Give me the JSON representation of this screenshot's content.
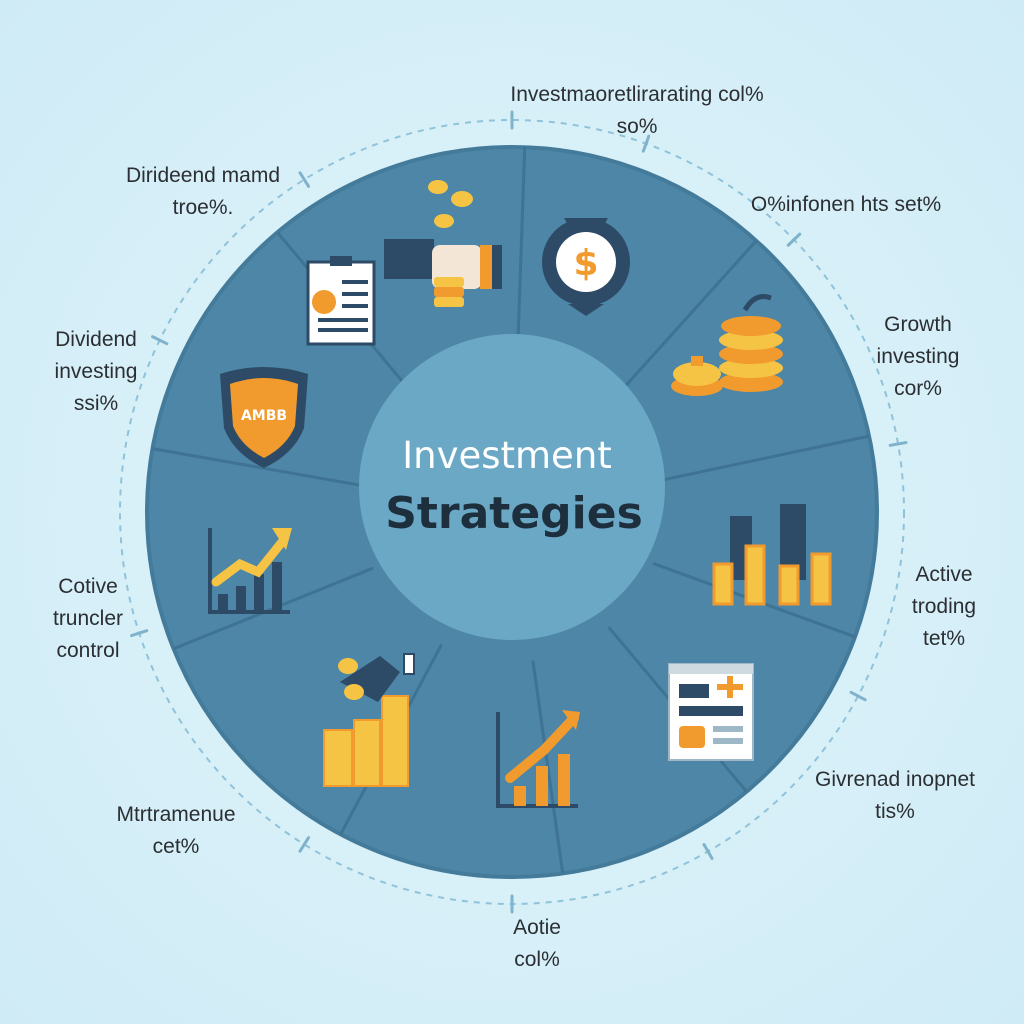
{
  "center": {
    "title_line1": "Investment",
    "title_line2": "Strategies"
  },
  "segments": [
    {
      "id": "top",
      "lines": [
        "Investmaoretlirarating col%",
        "so%"
      ],
      "icon": "money-bag-icon"
    },
    {
      "id": "top-right",
      "lines": [
        "O%infonen hts set%"
      ],
      "icon": "coin-stack-icon"
    },
    {
      "id": "right-upper",
      "lines": [
        "Growth",
        "investing",
        "cor%"
      ],
      "icon": "growth-coins-icon"
    },
    {
      "id": "right",
      "lines": [
        "Active",
        "troding",
        "tet%"
      ],
      "icon": "bar-chart-icon"
    },
    {
      "id": "bottom-right",
      "lines": [
        "Givrenad inopnet",
        "tis%"
      ],
      "icon": "report-card-icon"
    },
    {
      "id": "bottom",
      "lines": [
        "Aotie",
        "col%"
      ],
      "icon": "trend-chart-icon"
    },
    {
      "id": "bottom-left",
      "lines": [
        "Mtrtramenue",
        "cet%"
      ],
      "icon": "hand-coins-icon"
    },
    {
      "id": "left",
      "lines": [
        "Cotive",
        "truncler",
        "control"
      ],
      "icon": "rising-chart-icon"
    },
    {
      "id": "left-upper",
      "lines": [
        "Dividend",
        "investing",
        "ssi%"
      ],
      "icon": "shield-icon"
    },
    {
      "id": "top-left",
      "lines": [
        "Dirideend mamd",
        "troe%."
      ],
      "icon": "document-icon"
    }
  ],
  "colors": {
    "ring": "#4d86a6",
    "inner": "#6ba8c6",
    "divider": "#3f7393",
    "orange": "#f19a2e",
    "yellow": "#f6c445",
    "navy": "#2d4a66",
    "text": "#2b2f33"
  }
}
